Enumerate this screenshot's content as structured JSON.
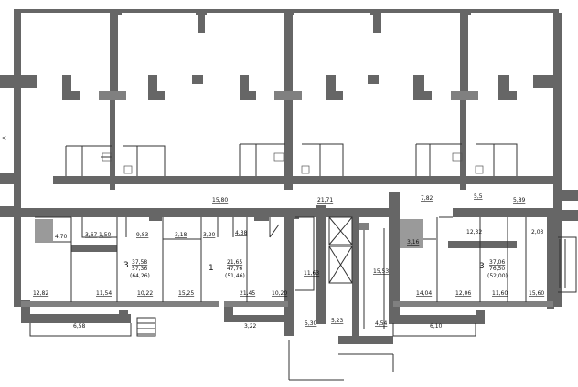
{
  "colors": {
    "wall": "#666666",
    "hatch": "#9a9a9a",
    "line": "#333333"
  },
  "areas": {
    "corridor_left": "15,80",
    "corridor_center": "21,71",
    "corridor_right_a": "7,82",
    "corridor_right_b": "5,5",
    "corridor_right_c": "5,89",
    "a1_hall": "4,70",
    "a1_bath": "3,67",
    "a1_wc": "1,50",
    "a1_kitchen": "9,83",
    "a1_room1": "12,82",
    "a1_room2": "11,54",
    "a1_room3": "10,22",
    "a1_balcony": "6,58",
    "a2_bath": "3,18",
    "a2_wc": "3,20",
    "a2_hall": "4,38",
    "a2_kitchen": "15,25",
    "a2_room": "21,45",
    "a3_hall": "10,20",
    "stair_left": "11,63",
    "stair_lobby_a": "5,30",
    "stair_lobby_b": "5,23",
    "stair_right": "15,53",
    "lobby_small": "4,54",
    "a3_bath": "3,16",
    "a3_kitchen": "12,32",
    "a3_wc": "2,03",
    "a3_room1": "14,04",
    "a3_room2": "12,06",
    "a3_room3": "11,60",
    "a3_room4": "15,60",
    "a3_balcony": "6,10",
    "a2_balcony": "3,22"
  },
  "apartments": {
    "a1": {
      "rooms": "3",
      "living": "37,58",
      "total": "57,36",
      "with_balcony": "(64,26)"
    },
    "a2": {
      "rooms": "1",
      "living": "21,65",
      "total": "47,76",
      "with_balcony": "(51,46)"
    },
    "a3": {
      "rooms": "3",
      "living": "37,06",
      "total": "76,50",
      "with_balcony": "(52,00)"
    }
  },
  "margin_mark": "<"
}
